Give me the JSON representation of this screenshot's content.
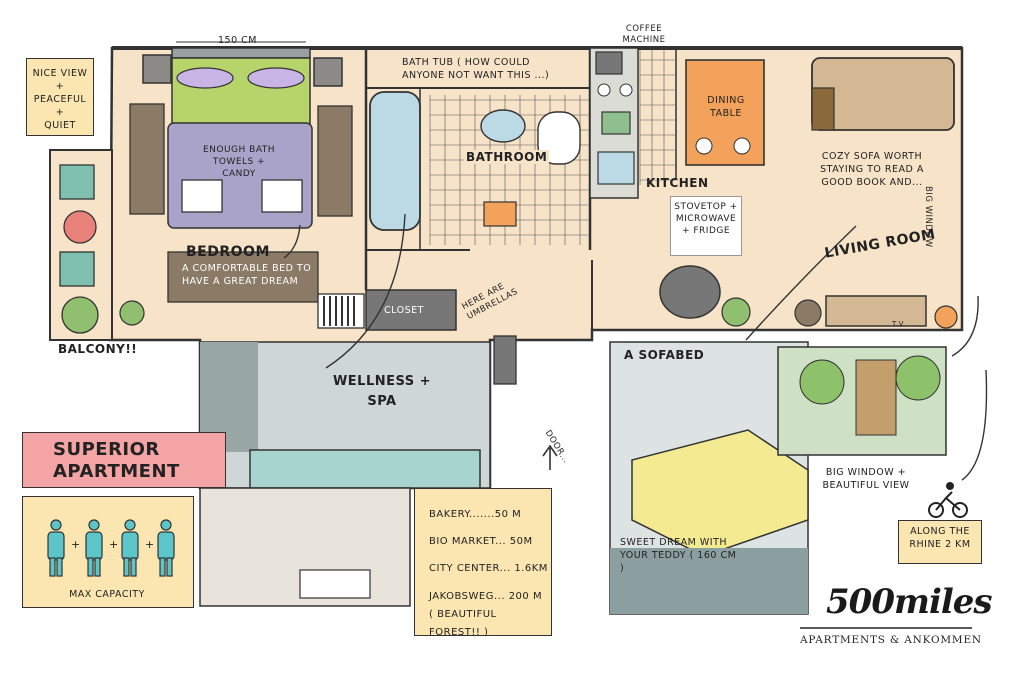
{
  "notes": {
    "view": [
      "NICE VIEW",
      "+",
      "PEACEFUL",
      "+",
      "QUIET"
    ],
    "bed_width": "150 CM",
    "coffee_machine": "COFFEE MACHINE",
    "bathtub": "BATH TUB ( HOW COULD ANYONE NOT WANT THIS ...)",
    "towels": "ENOUGH BATH TOWELS + CANDY",
    "bedroom": "BEDROOM",
    "bed_note": "A COMFORTABLE BED TO HAVE A GREAT DREAM",
    "bathroom": "BATHROOM",
    "kitchen": "KITCHEN",
    "dining_table": "DINING TABLE",
    "stove": "STOVETOP + MICROWAVE + FRIDGE",
    "sofa": "COZY SOFA WORTH STAYING TO READ A GOOD BOOK AND...",
    "big_window_vertical": "BIG WINDOW",
    "living_room": "LIVING ROOM",
    "balcony": "BALCONY!!",
    "closet": "CLOSET",
    "umbrellas": "HERE ARE UMBRELLAS",
    "wellness": "WELLNESS + SPA",
    "door": "DOOR...",
    "sofabed": "A SOFABED",
    "sweet_dream": "SWEET DREAM WITH YOUR TEDDY ( 160 CM )",
    "big_window_view": "BIG WINDOW + BEAUTIFUL VIEW",
    "rhine": "ALONG THE RHINE 2 KM",
    "tv": "T.V."
  },
  "title": {
    "line1": "SUPERIOR",
    "line2": "APARTMENT"
  },
  "capacity": {
    "label": "MAX CAPACITY",
    "plus": "+"
  },
  "distances": [
    {
      "text": "BAKERY.......50 M"
    },
    {
      "text": "BIO MARKET... 50M"
    },
    {
      "text": "CITY CENTER... 1.6KM"
    },
    {
      "text": "JAKOBSWEG... 200 M"
    },
    {
      "text": "( BEAUTIFUL FOREST!! )"
    }
  ],
  "brand": {
    "name": "500miles",
    "tagline": "APARTMENTS & ANKOMMEN"
  },
  "colors": {
    "floor": "#f6e3c8",
    "note_bg": "#fbe6b1",
    "title_bg": "#f4a4a4",
    "bed_blanket": "#b7d46b",
    "bed_pillow": "#c8b5e6",
    "rug": "#a9a3c9",
    "bathtub": "#bcd9e6",
    "table": "#f2a25a",
    "sofa": "#d4b893",
    "spa_water": "#a8d4d0",
    "person": "#5cc5c9",
    "sofabed": "#f4ea92"
  }
}
